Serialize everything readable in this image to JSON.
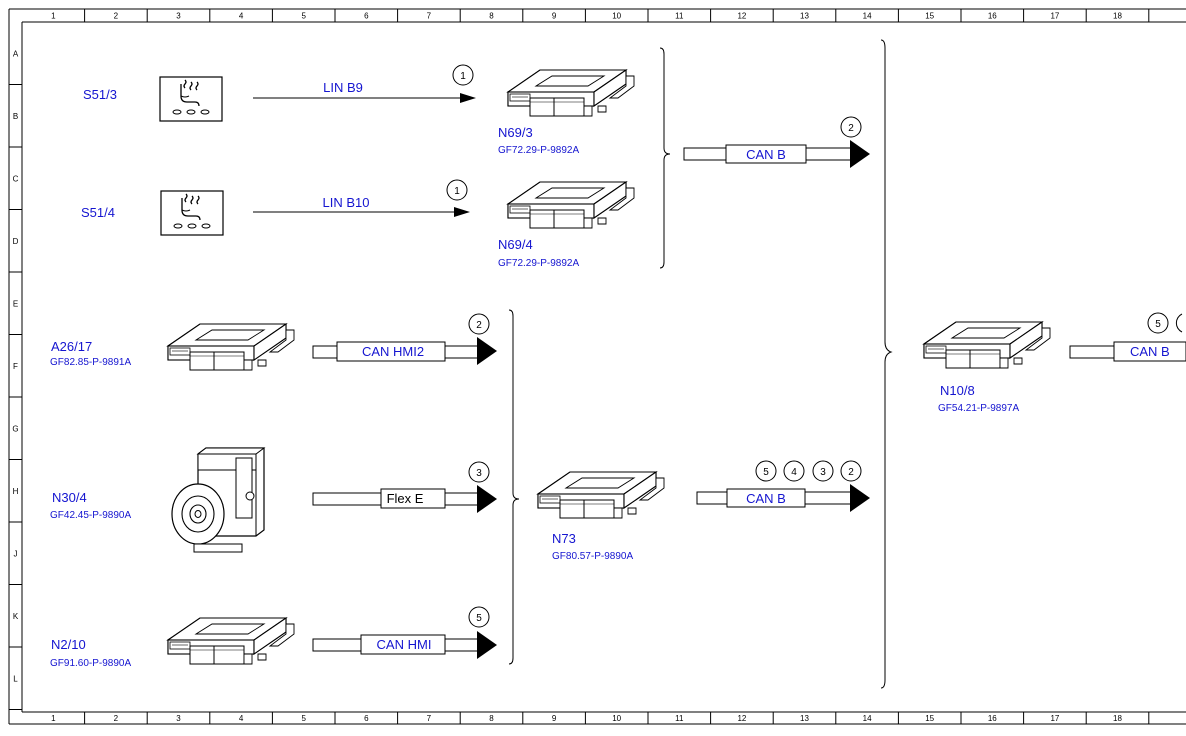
{
  "ruler": {
    "columns": [
      "1",
      "2",
      "3",
      "4",
      "5",
      "6",
      "7",
      "8",
      "9",
      "10",
      "11",
      "12",
      "13",
      "14",
      "15",
      "16",
      "17",
      "18"
    ],
    "rows": [
      "A",
      "B",
      "C",
      "D",
      "E",
      "F",
      "G",
      "H",
      "J",
      "K",
      "L"
    ]
  },
  "components": {
    "s51_3": {
      "id": "S51/3"
    },
    "s51_4": {
      "id": "S51/4"
    },
    "n69_3": {
      "id": "N69/3",
      "ref": "GF72.29-P-9892A"
    },
    "n69_4": {
      "id": "N69/4",
      "ref": "GF72.29-P-9892A"
    },
    "a26_17": {
      "id": "A26/17",
      "ref": "GF82.85-P-9891A"
    },
    "n30_4": {
      "id": "N30/4",
      "ref": "GF42.45-P-9890A"
    },
    "n2_10": {
      "id": "N2/10",
      "ref": "GF91.60-P-9890A"
    },
    "n73": {
      "id": "N73",
      "ref": "GF80.57-P-9890A"
    },
    "n10_8": {
      "id": "N10/8",
      "ref": "GF54.21-P-9897A"
    }
  },
  "lines": {
    "lin_b9": {
      "label": "LIN B9",
      "marker": "1"
    },
    "lin_b10": {
      "label": "LIN B10",
      "marker": "1"
    }
  },
  "buses": {
    "can_b_top": {
      "label": "CAN B",
      "markers": [
        "2"
      ]
    },
    "can_hmi2": {
      "label": "CAN HMI2",
      "markers": [
        "2"
      ]
    },
    "flex_e": {
      "label": "Flex E",
      "markers": [
        "3"
      ]
    },
    "can_hmi": {
      "label": "CAN HMI",
      "markers": [
        "5"
      ]
    },
    "can_b_mid": {
      "label": "CAN B",
      "markers": [
        "5",
        "4",
        "3",
        "2"
      ]
    },
    "can_b_right": {
      "label": "CAN B",
      "markers": [
        "5"
      ]
    }
  },
  "colors": {
    "label_blue": "#1515d0",
    "line": "#000000"
  }
}
